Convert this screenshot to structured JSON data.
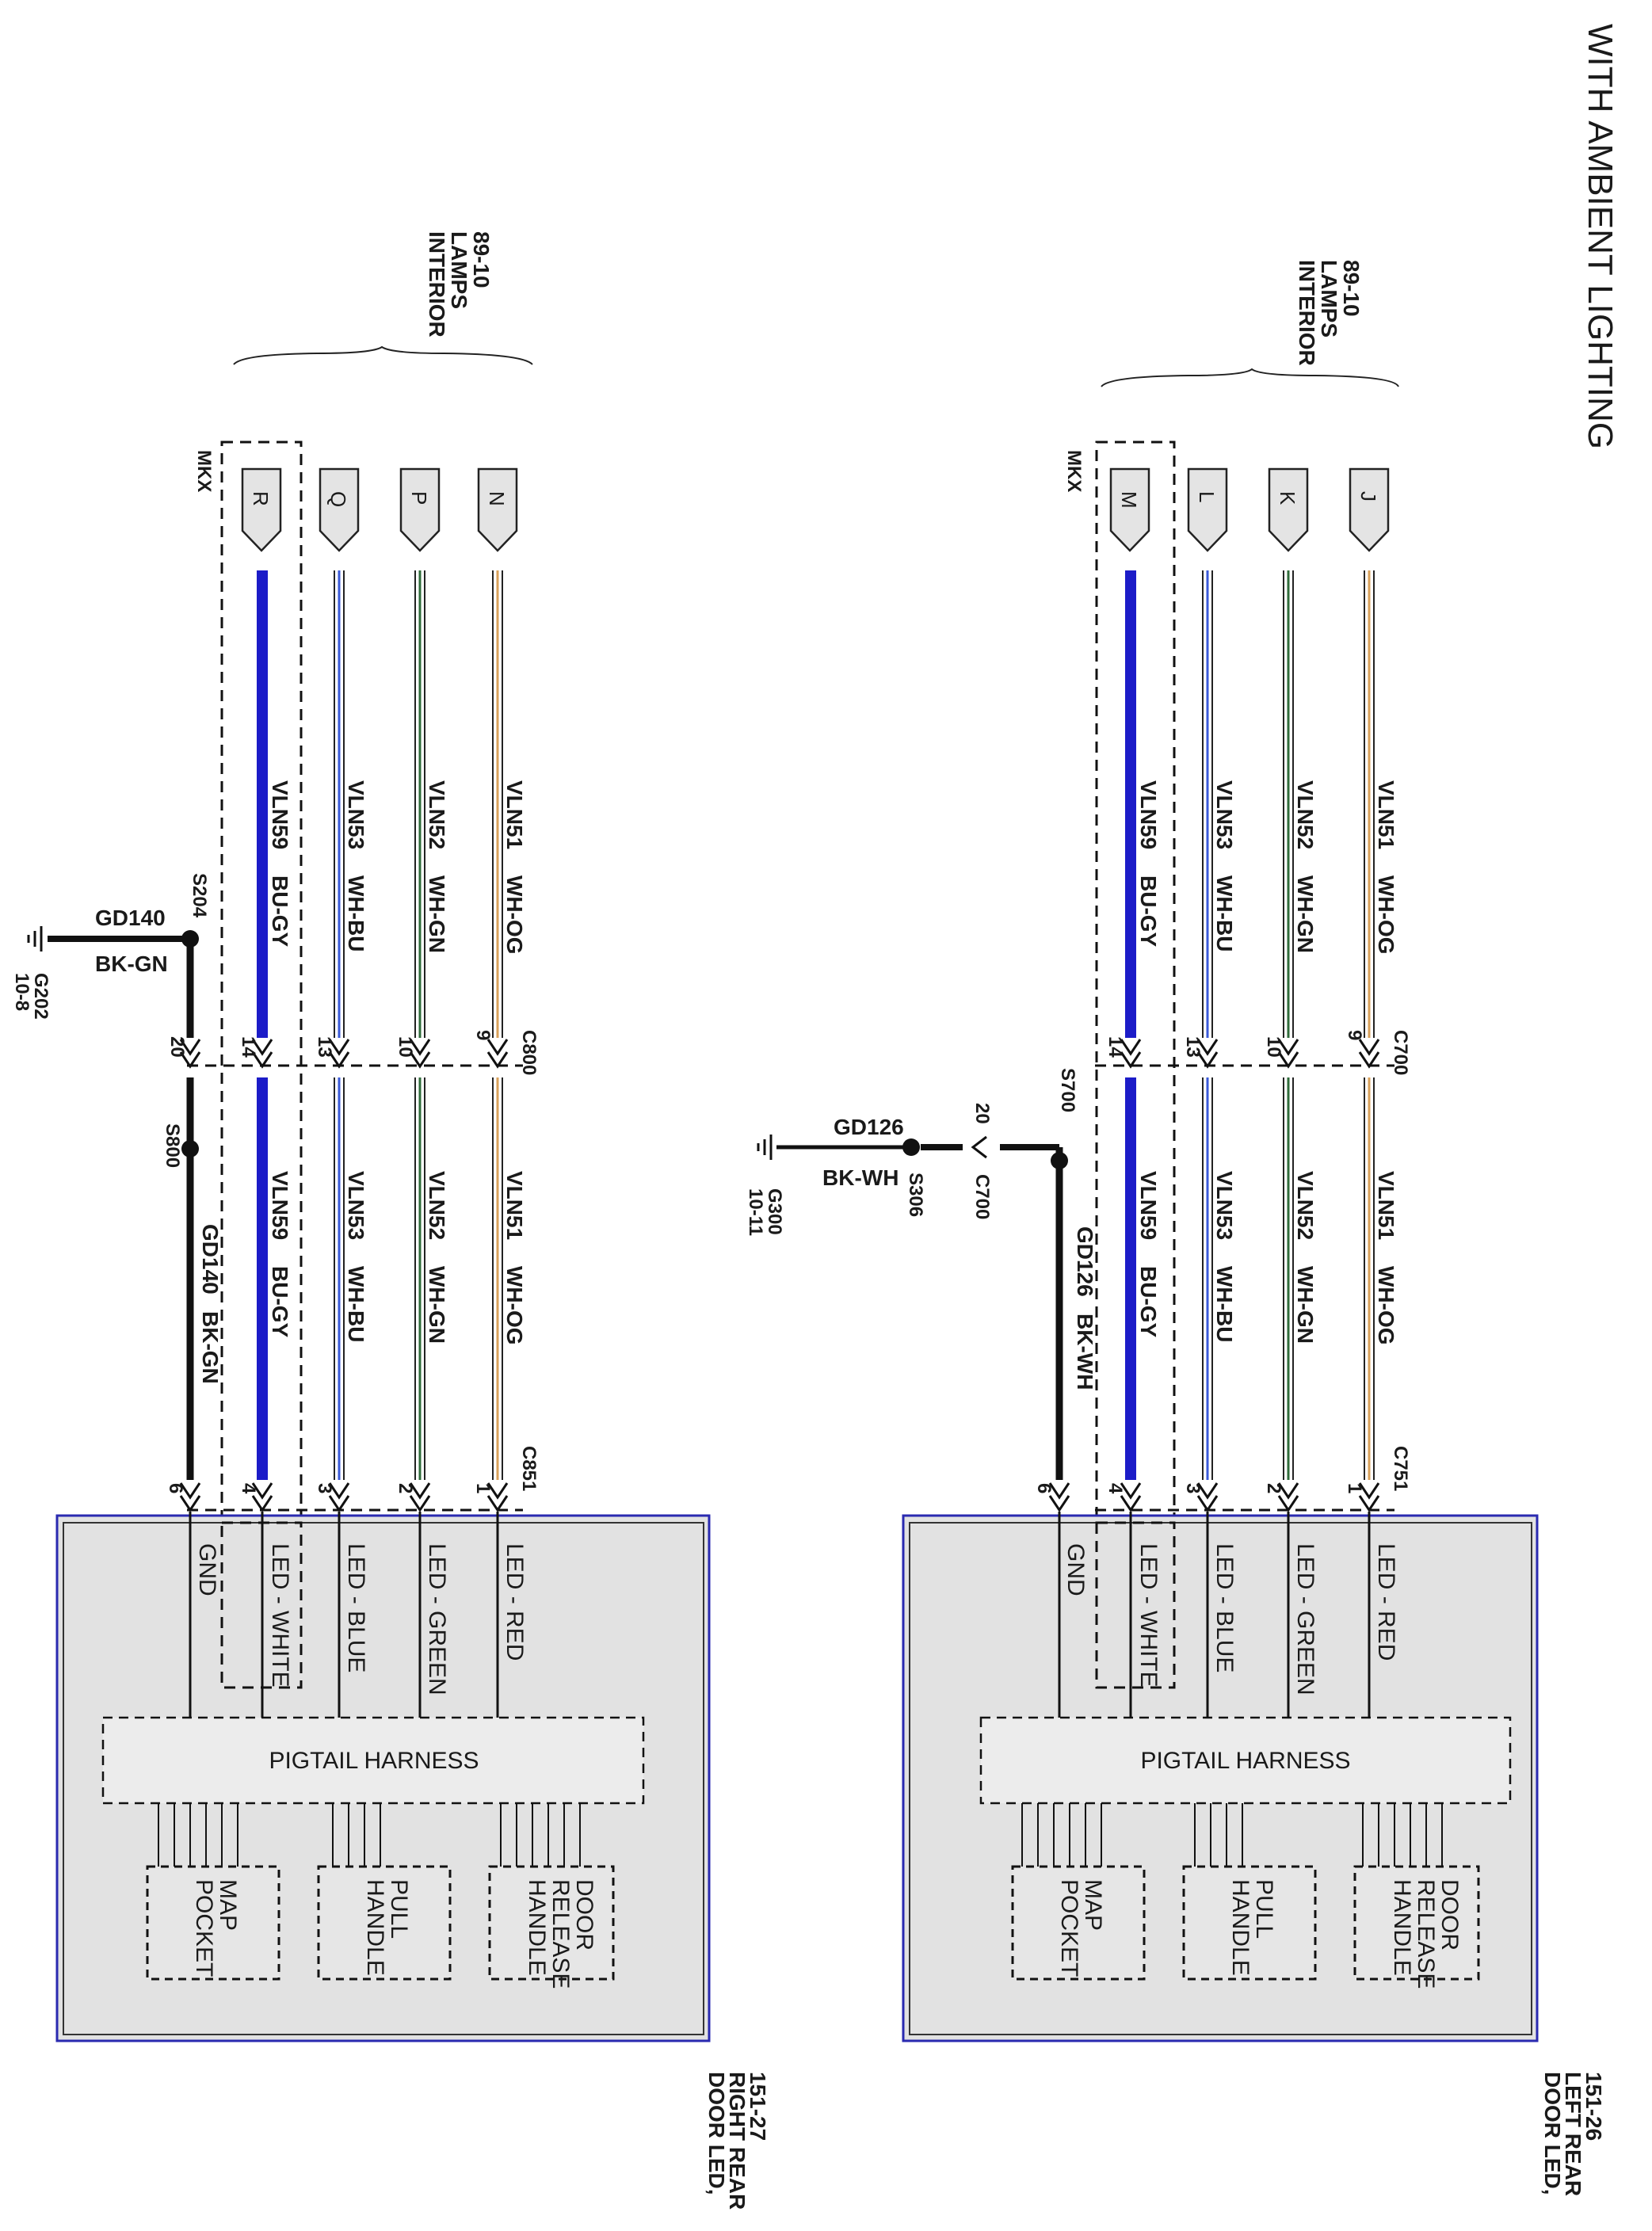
{
  "title": "WITH AMBIENT LIGHTING",
  "interior_ref": [
    "INTERIOR",
    "LAMPS",
    "89-10"
  ],
  "mkx": "MKX",
  "pigtail": "PIGTAIL HARNESS",
  "subs": {
    "map": [
      "MAP",
      "POCKET"
    ],
    "pull": [
      "PULL",
      "HANDLE"
    ],
    "door": [
      "DOOR",
      "RELEASE",
      "HANDLE"
    ]
  },
  "led_labels": [
    "LED - RED",
    "LED - GREEN",
    "LED - BLUE",
    "LED - WHITE",
    "GND"
  ],
  "left": {
    "letters": [
      "J",
      "K",
      "L",
      "M"
    ],
    "conn_mid": "C700",
    "conn_bot": "C751",
    "mid_pins": [
      "9",
      "10",
      "13",
      "14"
    ],
    "bot_pins": [
      "1",
      "2",
      "3",
      "4"
    ],
    "wires": [
      {
        "circuit": "VLN51",
        "color": "WH-OG",
        "stripe": "#d9a15a"
      },
      {
        "circuit": "VLN52",
        "color": "WH-GN",
        "stripe": "#2f6b3a"
      },
      {
        "circuit": "VLN53",
        "color": "WH-BU",
        "stripe": "#3a5ad9"
      },
      {
        "circuit": "VLN59",
        "color": "BU-GY",
        "stripe": "#1c1cc8"
      }
    ],
    "gnd_pin": "6",
    "gnd_circuit": "GD126",
    "gnd_color": "BK-WH",
    "splice_main": "S700",
    "splice_side": "S306",
    "side_pin": "20",
    "side_conn": "C700",
    "ground_id": "G300",
    "ground_ref": "10-11",
    "module_ref": [
      "DOOR LED,",
      "LEFT REAR",
      "151-26"
    ]
  },
  "right": {
    "letters": [
      "N",
      "P",
      "Q",
      "R"
    ],
    "conn_mid": "C800",
    "conn_bot": "C851",
    "mid_pins": [
      "9",
      "10",
      "13",
      "14"
    ],
    "bot_pins": [
      "1",
      "2",
      "3",
      "4"
    ],
    "wires": [
      {
        "circuit": "VLN51",
        "color": "WH-OG",
        "stripe": "#d9a15a"
      },
      {
        "circuit": "VLN52",
        "color": "WH-GN",
        "stripe": "#2f6b3a"
      },
      {
        "circuit": "VLN53",
        "color": "WH-BU",
        "stripe": "#3a5ad9"
      },
      {
        "circuit": "VLN59",
        "color": "BU-GY",
        "stripe": "#1c1cc8"
      }
    ],
    "gnd_pin": "6",
    "gnd_mid_pin": "20",
    "gnd_circuit": "GD140",
    "gnd_color": "BK-GN",
    "splice_top": "S204",
    "splice_mid": "S800",
    "ground_id": "G202",
    "ground_ref": "10-8",
    "module_ref": [
      "DOOR LED,",
      "RIGHT REAR",
      "151-27"
    ]
  }
}
